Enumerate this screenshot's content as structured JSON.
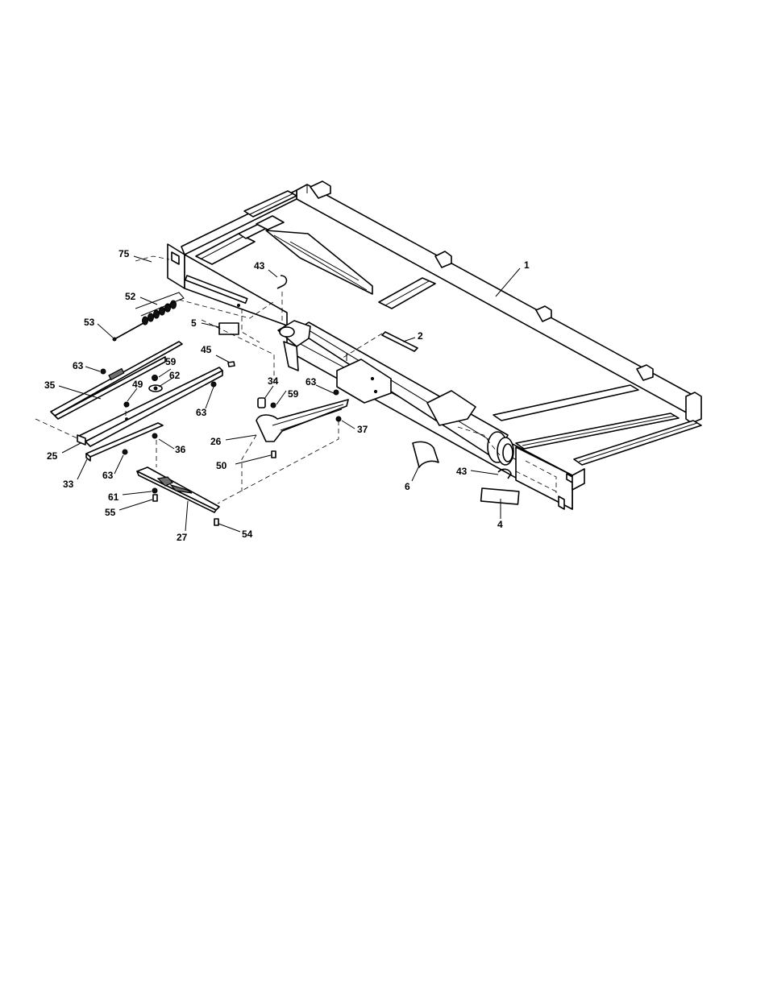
{
  "callouts": [
    {
      "id": "c1",
      "label": "1"
    },
    {
      "id": "c2",
      "label": "2"
    },
    {
      "id": "c4",
      "label": "4"
    },
    {
      "id": "c5",
      "label": "5"
    },
    {
      "id": "c6",
      "label": "6"
    },
    {
      "id": "c25",
      "label": "25"
    },
    {
      "id": "c26",
      "label": "26"
    },
    {
      "id": "c27",
      "label": "27"
    },
    {
      "id": "c33",
      "label": "33"
    },
    {
      "id": "c34",
      "label": "34"
    },
    {
      "id": "c35",
      "label": "35"
    },
    {
      "id": "c36",
      "label": "36"
    },
    {
      "id": "c37",
      "label": "37"
    },
    {
      "id": "c43a",
      "label": "43"
    },
    {
      "id": "c43b",
      "label": "43"
    },
    {
      "id": "c45",
      "label": "45"
    },
    {
      "id": "c49",
      "label": "49"
    },
    {
      "id": "c50",
      "label": "50"
    },
    {
      "id": "c52",
      "label": "52"
    },
    {
      "id": "c53",
      "label": "53"
    },
    {
      "id": "c54",
      "label": "54"
    },
    {
      "id": "c55",
      "label": "55"
    },
    {
      "id": "c59a",
      "label": "59"
    },
    {
      "id": "c59b",
      "label": "59"
    },
    {
      "id": "c61",
      "label": "61"
    },
    {
      "id": "c62",
      "label": "62"
    },
    {
      "id": "c63a",
      "label": "63"
    },
    {
      "id": "c63b",
      "label": "63"
    },
    {
      "id": "c63c",
      "label": "63"
    },
    {
      "id": "c63d",
      "label": "63"
    },
    {
      "id": "c75",
      "label": "75"
    }
  ]
}
